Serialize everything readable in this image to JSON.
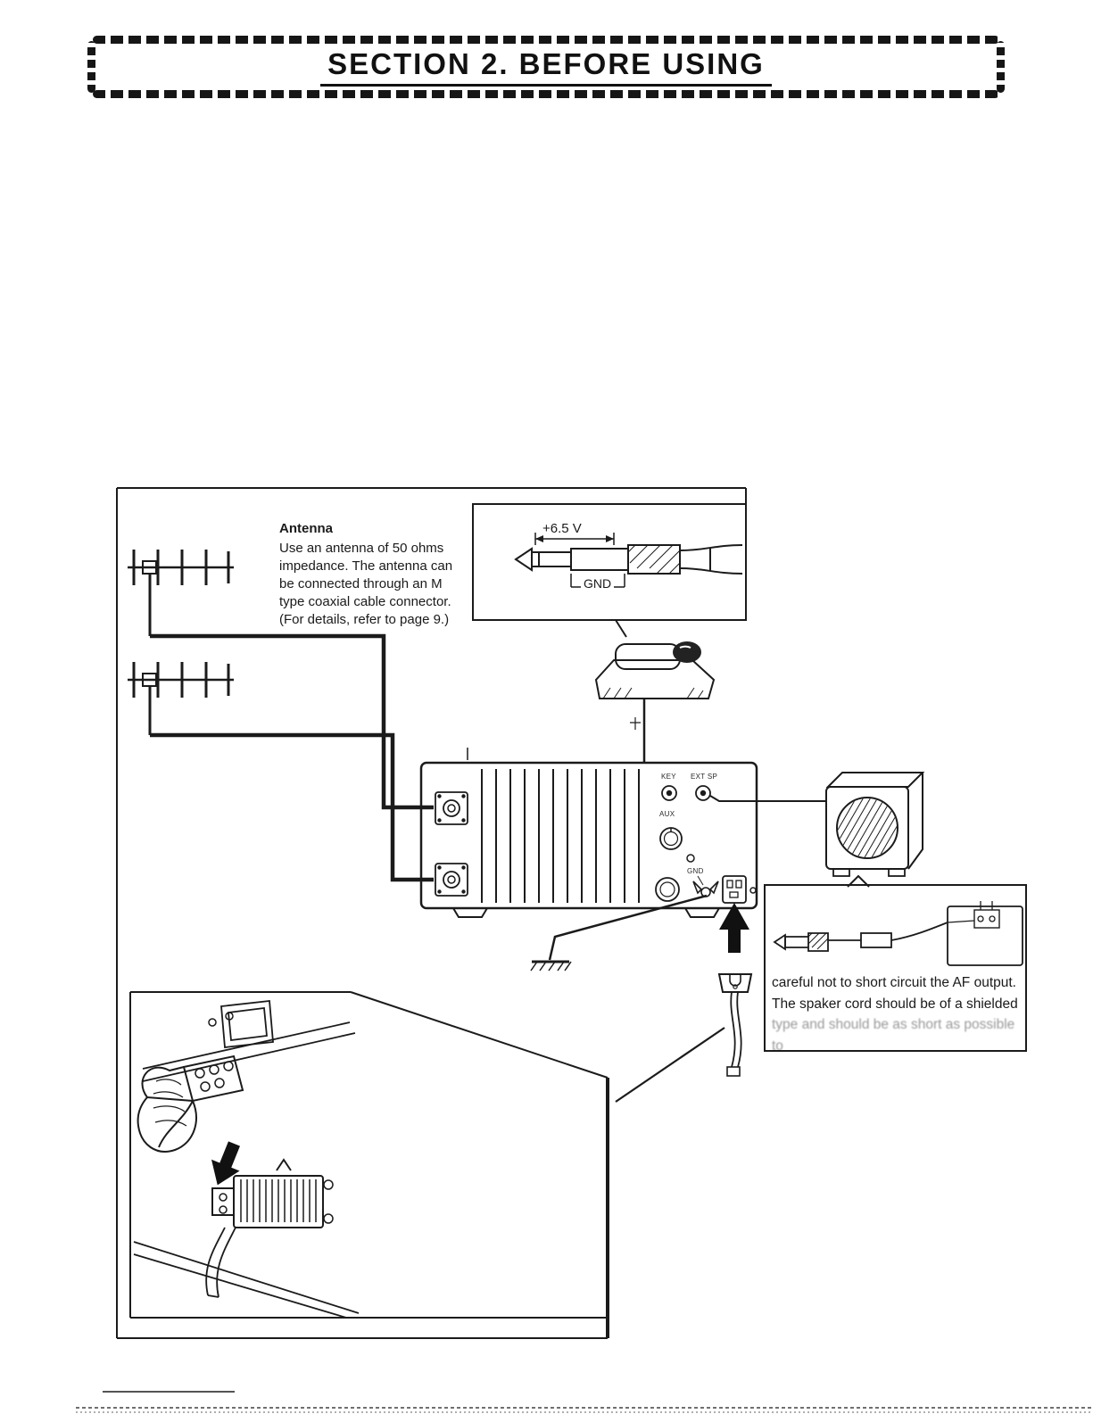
{
  "header": {
    "title": "SECTION 2. BEFORE USING"
  },
  "diagram": {
    "antenna_note": {
      "title": "Antenna",
      "lines": [
        "Use an antenna of 50 ohms impedance. The antenna can be connected through an M type coaxial cable connector. (For details, refer to page 9.)"
      ]
    },
    "mic_plug": {
      "voltage_label": "+6.5 V",
      "gnd_label": "GND"
    },
    "rear_panel": {
      "jack1_label": "KEY",
      "jack2_label": "EXT SP",
      "aux_label": "AUX",
      "gnd_label": "GND"
    },
    "caution_note": {
      "line1": "careful not to short circuit the AF output.",
      "line2": "The spaker cord should be of a shielded",
      "line3": "type and should be as short as possible to"
    }
  }
}
